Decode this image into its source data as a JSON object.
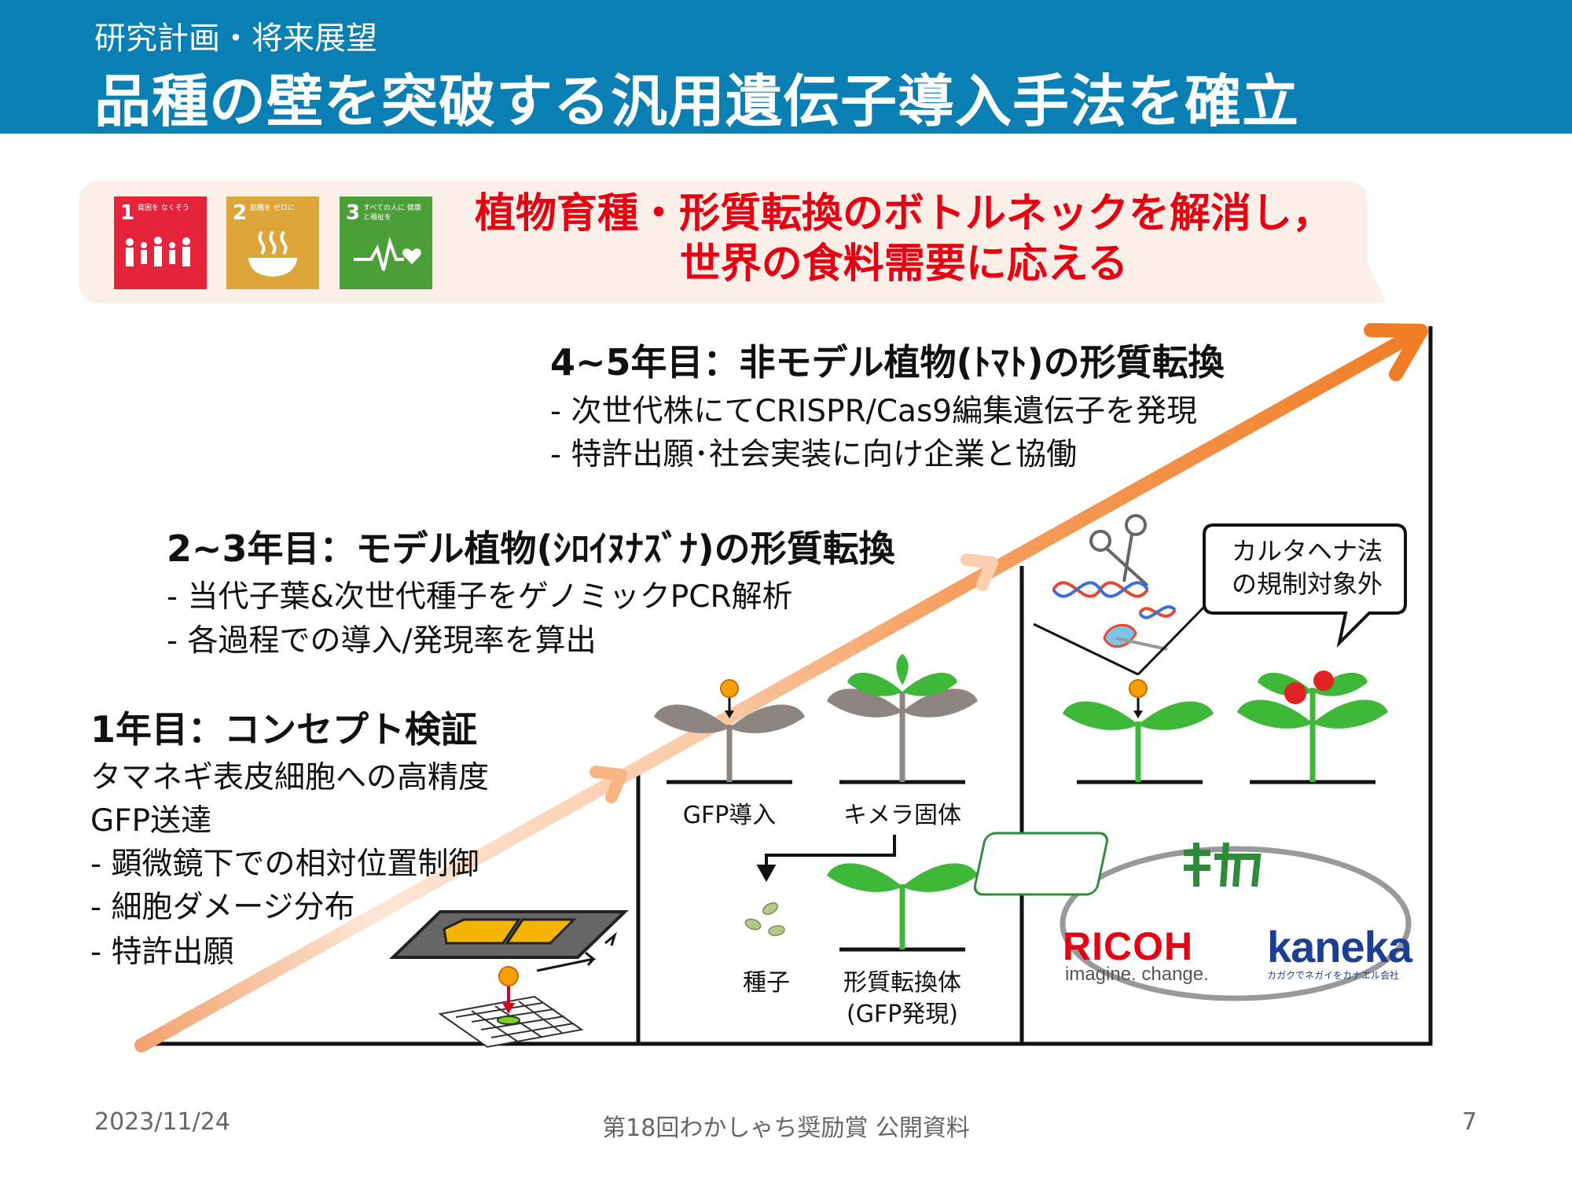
{
  "header": {
    "subtitle": "研究計画・将来展望",
    "title": "品種の壁を突破する汎用遺伝子導入手法を確立"
  },
  "sdgs": [
    {
      "number": "1",
      "label": "貧困を なくそう",
      "color": "#e5243b"
    },
    {
      "number": "2",
      "label": "飢餓を ゼロに",
      "color": "#dda63a"
    },
    {
      "number": "3",
      "label": "すべての人に 健康と福祉を",
      "color": "#4c9f38"
    }
  ],
  "goal": {
    "line1": "植物育種・形質転換のボトルネックを解消し，",
    "line2": "世界の食料需要に応える",
    "color": "#e60012"
  },
  "phase3": {
    "title": "4~5年目：非モデル植物(ﾄﾏﾄ)の形質転換",
    "bullets": [
      "- 次世代株にてCRISPR/Cas9編集遺伝子を発現",
      "- 特許出願･社会実装に向け企業と協働"
    ]
  },
  "phase2": {
    "title": "2~3年目：モデル植物(ｼﾛｲﾇﾅｽﾞﾅ)の形質転換",
    "bullets": [
      "- 当代子葉&次世代種子をゲノミックPCR解析",
      "- 各過程での導入/発現率を算出"
    ]
  },
  "phase1": {
    "title": "1年目：コンセプト検証",
    "bullets": [
      "タマネギ表皮細胞への高精度",
      "GFP送達",
      "- 顕微鏡下での相対位置制御",
      "- 細胞ダメージ分布",
      "- 特許出願"
    ]
  },
  "captions": {
    "gfp_intro": "GFP導入",
    "chimera": "キメラ固体",
    "seed": "種子",
    "transformant_line1": "形質転換体",
    "transformant_line2": "(GFP発現)"
  },
  "callout": {
    "line1": "カルタヘナ法",
    "line2": "の規制対象外"
  },
  "partners": {
    "ricoh": "RICOH",
    "ricoh_tagline": "imagine. change.",
    "kaneka": "kaneka",
    "kaneka_tagline": "カガクでネガイをカナエル会社"
  },
  "colors": {
    "header": "#0a7fb3",
    "arrow": "#f08a3c",
    "banner": "#fcefe8",
    "leaf": "#3fb83a",
    "gray_leaf": "#8c8580"
  },
  "footer": {
    "date": "2023/11/24",
    "center": "第18回わかしゃち奨励賞 公開資料",
    "page": "7"
  }
}
